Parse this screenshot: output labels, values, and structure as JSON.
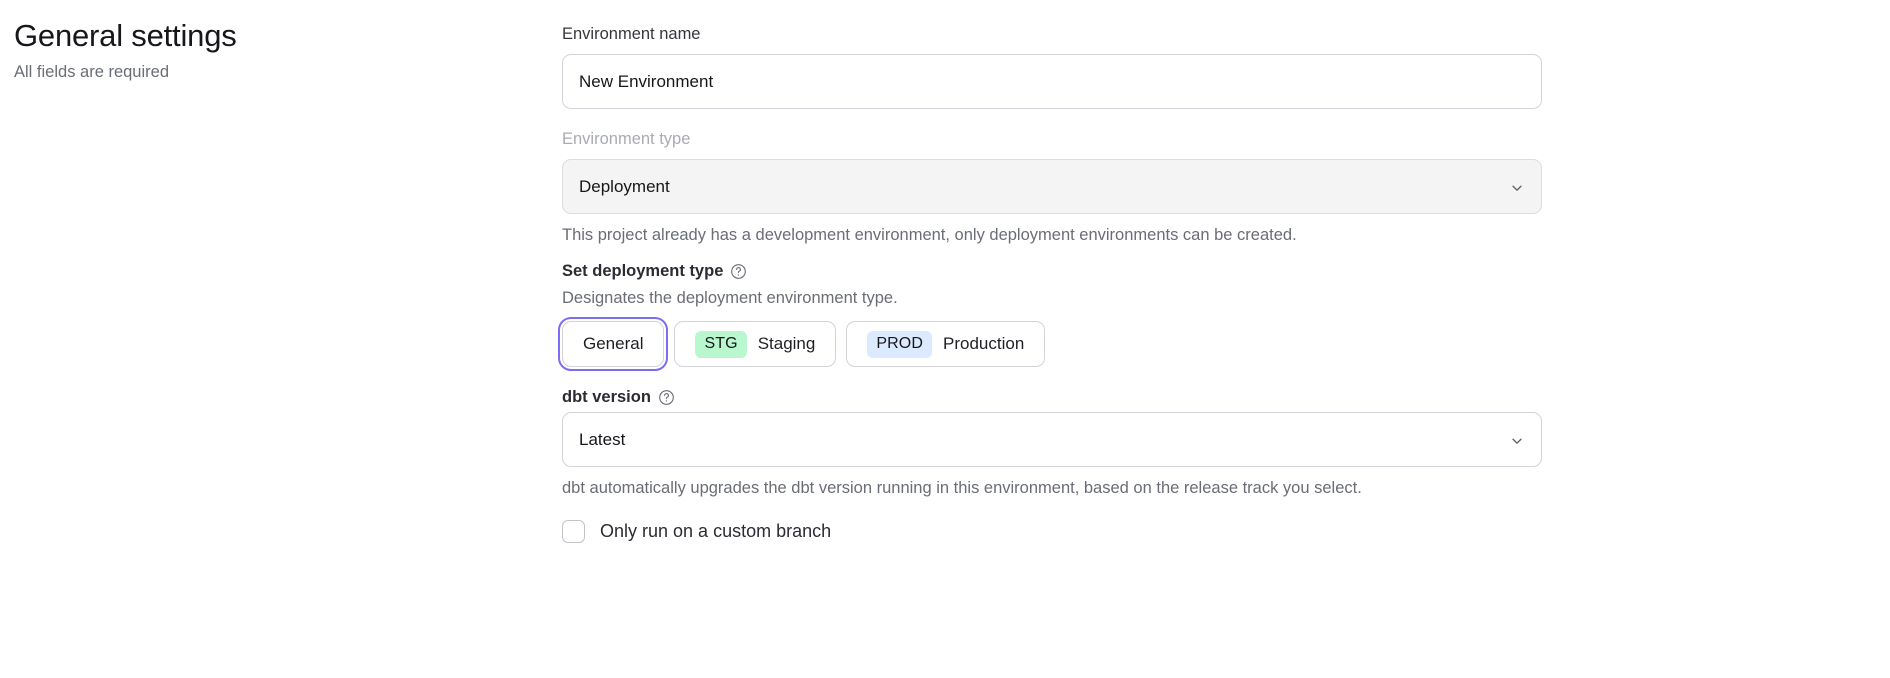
{
  "header": {
    "title": "General settings",
    "subtitle": "All fields are required"
  },
  "form": {
    "environment_name": {
      "label": "Environment name",
      "value": "New Environment",
      "placeholder": "Environment name"
    },
    "environment_type": {
      "label": "Environment type",
      "value": "Deployment",
      "disabled": true,
      "help": "This project already has a development environment, only deployment environments can be created.",
      "chevron_icon": "chevron-down-icon"
    },
    "deployment_type": {
      "label": "Set deployment type",
      "help_icon": "question-circle-icon",
      "description": "Designates the deployment environment type.",
      "options": [
        {
          "id": "general",
          "badge": "",
          "label": "General",
          "selected": true
        },
        {
          "id": "staging",
          "badge": "STG",
          "label": "Staging",
          "selected": false
        },
        {
          "id": "production",
          "badge": "PROD",
          "label": "Production",
          "selected": false
        }
      ]
    },
    "dbt_version": {
      "label": "dbt version",
      "help_icon": "question-circle-icon",
      "value": "Latest",
      "help": "dbt automatically upgrades the dbt version running in this environment, based on the release track you select.",
      "chevron_icon": "chevron-down-icon"
    },
    "custom_branch": {
      "label": "Only run on a custom branch",
      "checked": false
    }
  },
  "colors": {
    "focus_ring": "#7c6ef2",
    "badge_staging_bg": "#b9f8cf",
    "badge_production_bg": "#dbeafe",
    "border": "#d2d3d8",
    "muted_text": "#6b6d76",
    "disabled_text": "#a9abb3",
    "grey_field_bg": "#f4f4f5"
  }
}
